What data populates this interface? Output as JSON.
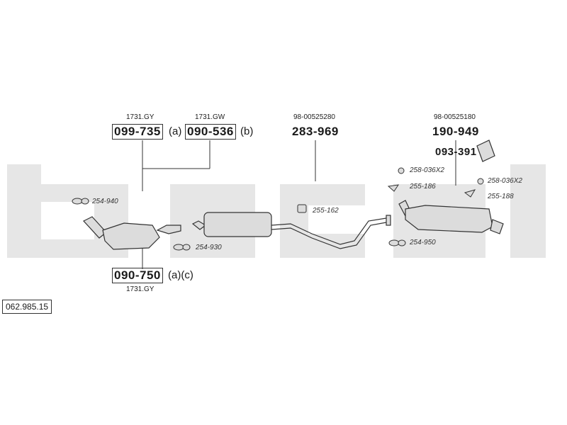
{
  "diagram": {
    "reference": "062.985.15",
    "watermark": "bosal",
    "part_groups": [
      {
        "code_top": "1731.GY",
        "number": "099-735",
        "suffix": "(a)"
      },
      {
        "code_top": "1731.GW",
        "number": "090-536",
        "suffix": "(b)"
      },
      {
        "code_top": "98-00525280",
        "number": "283-969"
      },
      {
        "code_top": "98-00525180",
        "number": "190-949"
      },
      {
        "number": "093-391"
      },
      {
        "code_bottom": "1731.GY",
        "number": "090-750",
        "suffix": "(a)(c)"
      }
    ],
    "small_parts": [
      "254-940",
      "254-930",
      "255-162",
      "258-036X2",
      "255-186",
      "258-036X2",
      "255-188",
      "254-950"
    ]
  },
  "colors": {
    "watermark": "#e6e6e6",
    "line": "#333333",
    "part_fill": "#dcdcdc"
  }
}
